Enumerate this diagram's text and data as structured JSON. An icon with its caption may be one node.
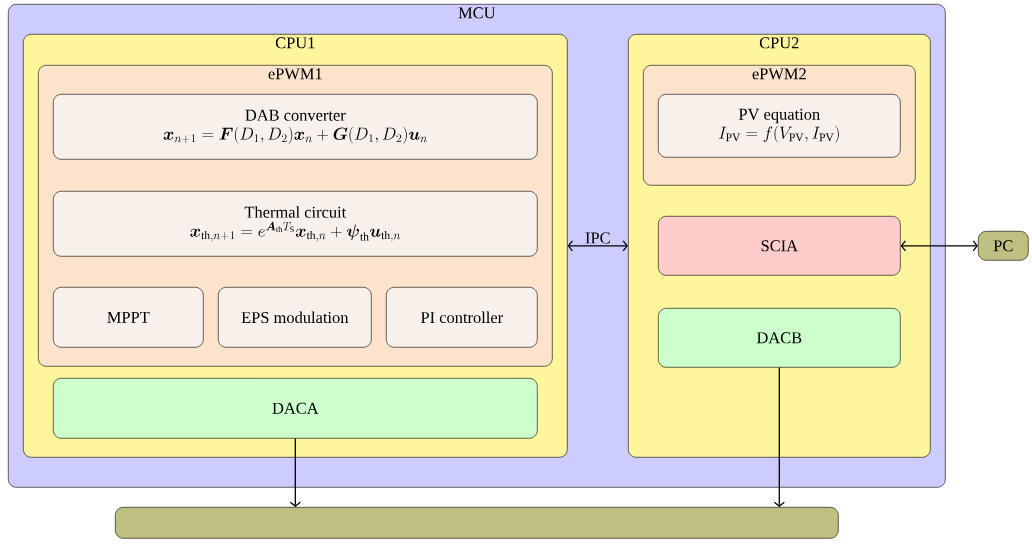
{
  "diagram": {
    "nodes": [
      {
        "text": [
          "MCU"
        ]
      },
      {
        "text": [
          "CPU1"
        ],
        "in": 0
      },
      {
        "text": [
          "ePWM1"
        ],
        "in": 1
      },
      {
        "text": [
          "DAB converter",
          "\\boldsymbol{x}_{n+1} = \\boldsymbol{F}(D_1, D_2)\\boldsymbol{x}_n + \\boldsymbol{G}(D_1, D_2)\\boldsymbol{u}_n"
        ],
        "in": 2
      },
      {
        "text": [
          "Thermal circuit",
          "\\boldsymbol{x}_{\\mathrm{th},n+1} = e^{\\boldsymbol{A}_{\\mathrm{th}} T_{\\mathrm{S}}}\\boldsymbol{x}_{\\mathrm{th},n} + \\boldsymbol{\\psi}_{\\mathrm{th}}\\boldsymbol{u}_{\\mathrm{th},n}"
        ],
        "in": 2
      },
      {
        "text": [
          "MPPT"
        ],
        "in": 2
      },
      {
        "text": [
          "EPS modulation"
        ],
        "in": 2
      },
      {
        "text": [
          "PI controller"
        ],
        "in": 2
      },
      {
        "text": [
          "DACA"
        ],
        "in": 1
      },
      {
        "text": [
          "CPU2"
        ],
        "in": 0
      },
      {
        "text": [
          "ePWM2"
        ],
        "in": 9
      },
      {
        "text": [
          "PV equation",
          "I_{\\mathrm{PV}} = f(V_{\\mathrm{PV}}, I_{\\mathrm{PV}})"
        ],
        "in": 10
      },
      {
        "text": [
          "SCIA"
        ],
        "in": 9
      },
      {
        "text": [
          "DACB"
        ],
        "in": 9
      },
      {
        "text": [
          "PC"
        ]
      },
      {
        "text": [],
        "shape": "box"
      }
    ],
    "edges": [
      {
        "from": 1,
        "to": 9,
        "arrow": "both",
        "label": "IPC"
      },
      {
        "from": 12,
        "to": 14,
        "arrow": "both"
      },
      {
        "from": 8,
        "to": 15,
        "arrow": "to"
      },
      {
        "from": 13,
        "to": 15,
        "arrow": "to"
      }
    ]
  }
}
